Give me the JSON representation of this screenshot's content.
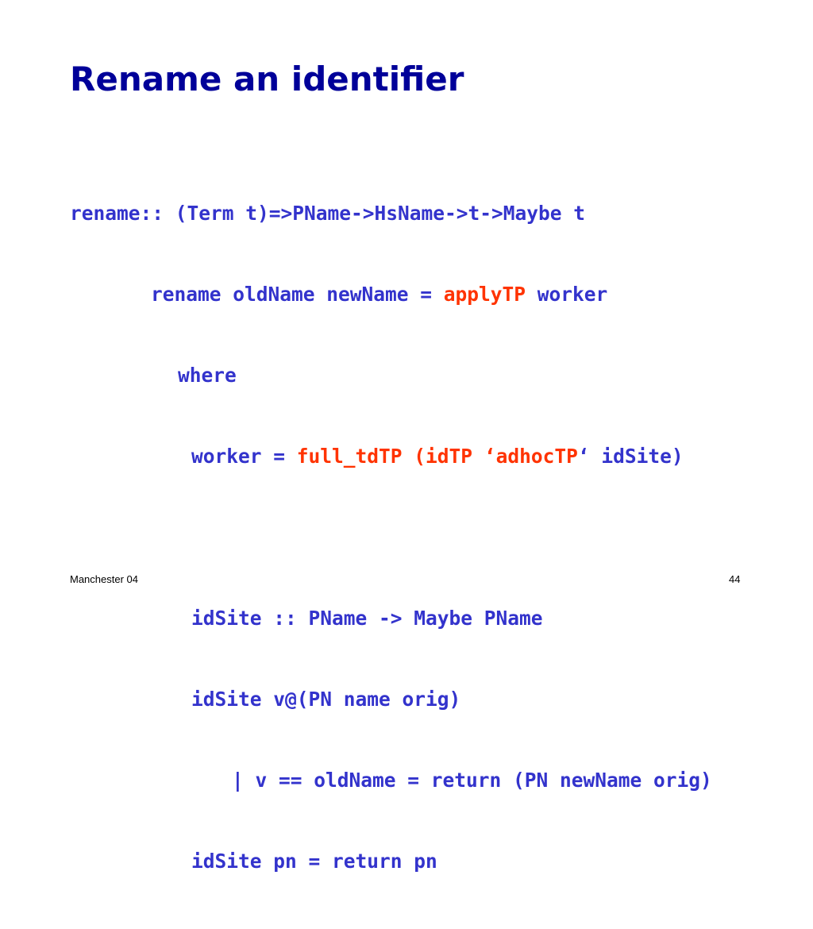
{
  "slide": {
    "title": "Rename an identifier",
    "code": {
      "line1": "rename:: (Term t)=>PName->HsName->t->Maybe t",
      "line2_a": "rename oldName newName = ",
      "line2_b": "applyTP",
      "line2_c": " worker",
      "line3": "where",
      "line4_a": "worker = ",
      "line4_b": "full_tdTP",
      "line4_c": " (",
      "line4_d": "idTP",
      "line4_e": " ‘",
      "line4_f": "adhocTP",
      "line4_g": "‘ idSite)",
      "line6": "idSite :: PName -> Maybe PName",
      "line7": "idSite v@(PN name orig)",
      "line8": "| v == oldName = return (PN newName orig)",
      "line9": "idSite pn = return pn"
    },
    "footer": {
      "left": "Manchester 04",
      "page_number": "44"
    }
  },
  "colors": {
    "title": "#000099",
    "code": "#3333cc",
    "highlight": "#ff3300"
  }
}
